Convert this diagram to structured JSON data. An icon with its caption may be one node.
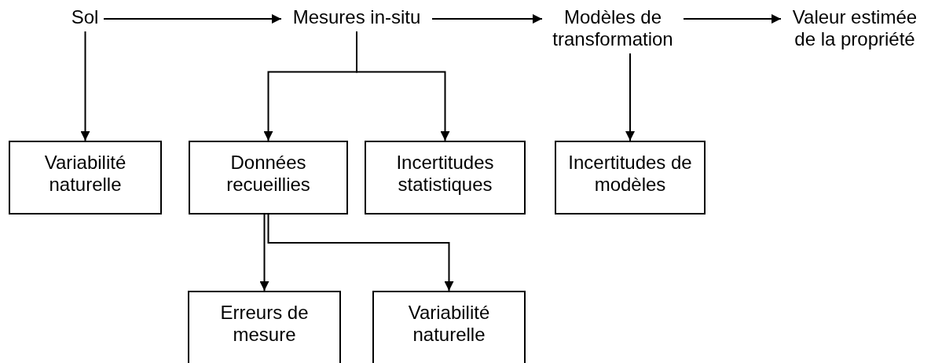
{
  "diagram": {
    "nodes": [
      {
        "text": [
          "Sol"
        ]
      },
      {
        "text": [
          "Mesures in-situ"
        ]
      },
      {
        "text": [
          "Modèles de transformation"
        ]
      },
      {
        "text": [
          "Valeur estimée de la propriété"
        ]
      },
      {
        "text": [
          "Variabilité naturelle"
        ]
      },
      {
        "text": [
          "Données recueillies"
        ]
      },
      {
        "text": [
          "Incertitudes statistiques"
        ]
      },
      {
        "text": [
          "Incertitudes de modèles"
        ]
      },
      {
        "text": [
          "Erreurs de mesure"
        ]
      },
      {
        "text": [
          "Variabilité naturelle"
        ]
      }
    ],
    "edges": [
      {
        "from": 0,
        "to": 1,
        "arrow": "to"
      },
      {
        "from": 1,
        "to": 2,
        "arrow": "to"
      },
      {
        "from": 2,
        "to": 3,
        "arrow": "to"
      },
      {
        "from": 0,
        "to": 4,
        "arrow": "to"
      },
      {
        "from": 1,
        "to": 5,
        "arrow": "to"
      },
      {
        "from": 1,
        "to": 6,
        "arrow": "to"
      },
      {
        "from": 2,
        "to": 7,
        "arrow": "to"
      },
      {
        "from": 5,
        "to": 8,
        "arrow": "to"
      },
      {
        "from": 5,
        "to": 9,
        "arrow": "to"
      }
    ]
  }
}
